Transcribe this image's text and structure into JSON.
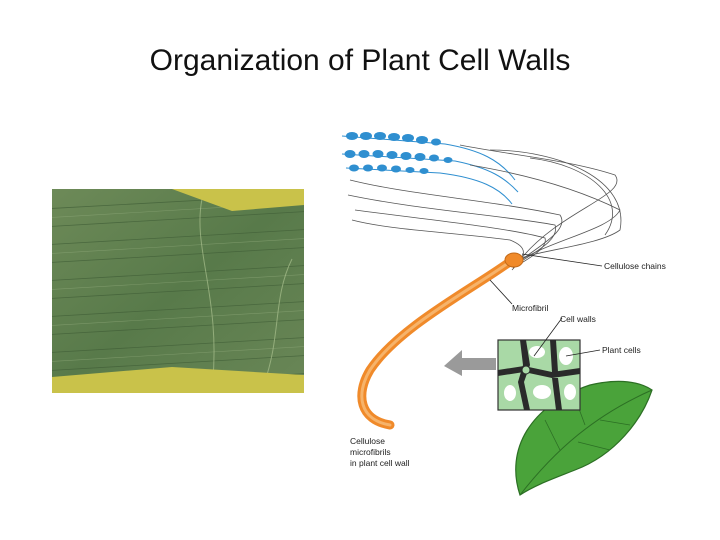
{
  "title": "Organization of Plant Cell Walls",
  "labels": {
    "cellulose_chains": "Cellulose chains",
    "microfibril": "Microfibril",
    "cell_walls": "Cell walls",
    "plant_cells": "Plant cells"
  },
  "caption": {
    "line1": "Cellulose",
    "line2": "microfibrils",
    "line3": "in plant cell wall"
  },
  "colors": {
    "micrograph_green": "#5f7f4f",
    "micrograph_yellow": "#c9c24a",
    "microfibril_orange": "#f08a2a",
    "chain_blue": "#2f8fd0",
    "leaf_green": "#4aa33a",
    "cell_green": "#a9d9a6",
    "arrow_gray": "#9a9a9a"
  }
}
